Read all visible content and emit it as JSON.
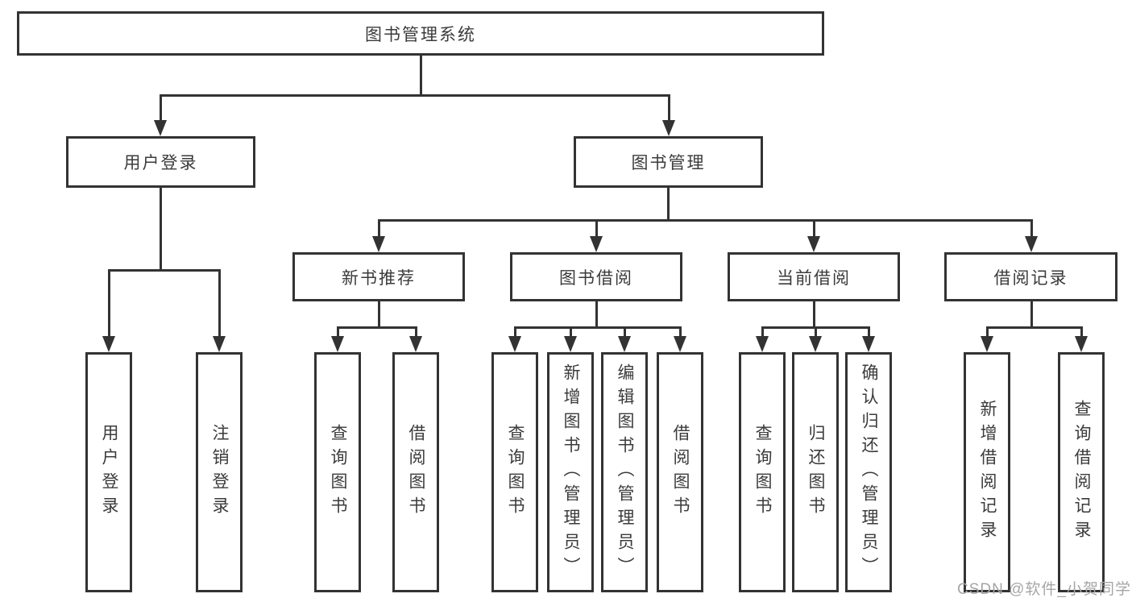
{
  "diagram": {
    "root": {
      "label": "图书管理系统"
    },
    "level2": [
      {
        "id": "user-login",
        "label": "用户登录"
      },
      {
        "id": "book-management",
        "label": "图书管理"
      }
    ],
    "level3": [
      {
        "id": "new-book-recommend",
        "label": "新书推荐"
      },
      {
        "id": "book-borrow",
        "label": "图书借阅"
      },
      {
        "id": "current-borrow",
        "label": "当前借阅"
      },
      {
        "id": "borrow-records",
        "label": "借阅记录"
      }
    ],
    "leaves": [
      {
        "parent": "用户登录",
        "label": "用户登录"
      },
      {
        "parent": "用户登录",
        "label": "注销登录"
      },
      {
        "parent": "新书推荐",
        "label": "查询图书"
      },
      {
        "parent": "新书推荐",
        "label": "借阅图书"
      },
      {
        "parent": "图书借阅",
        "label": "查询图书"
      },
      {
        "parent": "图书借阅",
        "label": "新增图书（管理员）"
      },
      {
        "parent": "图书借阅",
        "label": "编辑图书（管理员）"
      },
      {
        "parent": "图书借阅",
        "label": "借阅图书"
      },
      {
        "parent": "当前借阅",
        "label": "查询图书"
      },
      {
        "parent": "当前借阅",
        "label": "归还图书"
      },
      {
        "parent": "当前借阅",
        "label": "确认归还（管理员）"
      },
      {
        "parent": "借阅记录",
        "label": "新增借阅记录"
      },
      {
        "parent": "借阅记录",
        "label": "查询借阅记录"
      }
    ]
  },
  "watermark": {
    "text": "CSDN @软件_小贺同学"
  },
  "colors": {
    "line": "#333333",
    "border": "#333333",
    "background": "#ffffff",
    "text": "#3b3b3b",
    "watermark": "#a6a6a6"
  }
}
